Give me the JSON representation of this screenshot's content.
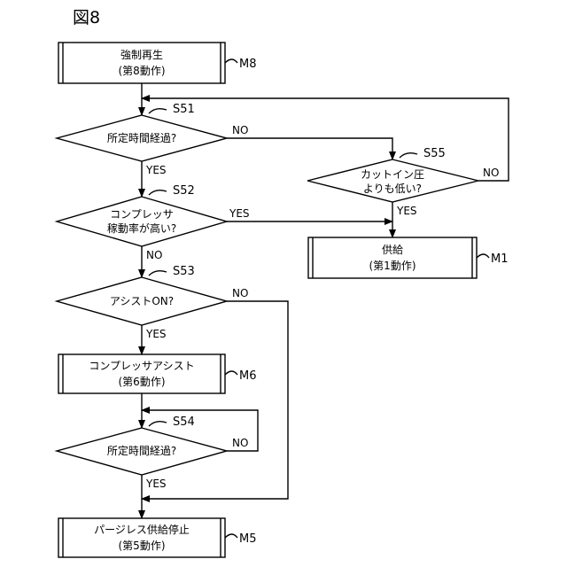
{
  "figure": {
    "title": "図8"
  },
  "boxes": {
    "m8": {
      "line1": "強制再生",
      "line2": "(第8動作)",
      "ref": "M8"
    },
    "m6": {
      "line1": "コンプレッサアシスト",
      "line2": "(第6動作)",
      "ref": "M6"
    },
    "m5": {
      "line1": "パージレス供給停止",
      "line2": "(第5動作)",
      "ref": "M5"
    },
    "m1": {
      "line1": "供給",
      "line2": "(第1動作)",
      "ref": "M1"
    }
  },
  "decisions": {
    "s51": {
      "line1": "所定時間経過?",
      "ref": "S51",
      "no": "NO",
      "yes": "YES"
    },
    "s52": {
      "line1": "コンプレッサ",
      "line2": "稼動率が高い?",
      "ref": "S52",
      "no": "NO",
      "yes": "YES"
    },
    "s53": {
      "line1": "アシストON?",
      "ref": "S53",
      "no": "NO",
      "yes": "YES"
    },
    "s54": {
      "line1": "所定時間経過?",
      "ref": "S54",
      "no": "NO",
      "yes": "YES"
    },
    "s55": {
      "line1": "カットイン圧",
      "line2": "よりも低い?",
      "ref": "S55",
      "no": "NO",
      "yes": "YES"
    }
  }
}
